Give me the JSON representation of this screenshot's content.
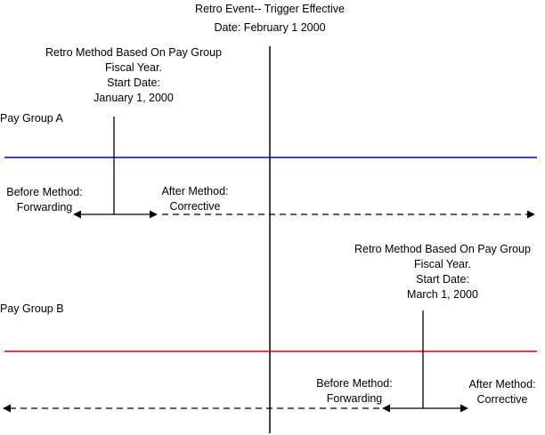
{
  "trigger": {
    "line1": "Retro Event-- Trigger Effective",
    "line2": "Date: February  1 2000"
  },
  "groups": [
    {
      "label": "Pay Group A",
      "color": "#0000CC",
      "method_note": [
        "Retro Method Based On Pay Group",
        "Fiscal Year.",
        "Start Date:",
        "January 1, 2000"
      ],
      "before_label": [
        "Before Method:",
        "Forwarding"
      ],
      "after_label": [
        "After Method:",
        "Corrective"
      ]
    },
    {
      "label": "Pay Group B",
      "color": "#E00000",
      "method_note": [
        "Retro Method Based On Pay Group",
        "Fiscal Year.",
        "Start Date:",
        "March 1, 2000"
      ],
      "before_label": [
        "Before Method:",
        "Forwarding"
      ],
      "after_label": [
        "After Method:",
        "Corrective"
      ]
    }
  ]
}
